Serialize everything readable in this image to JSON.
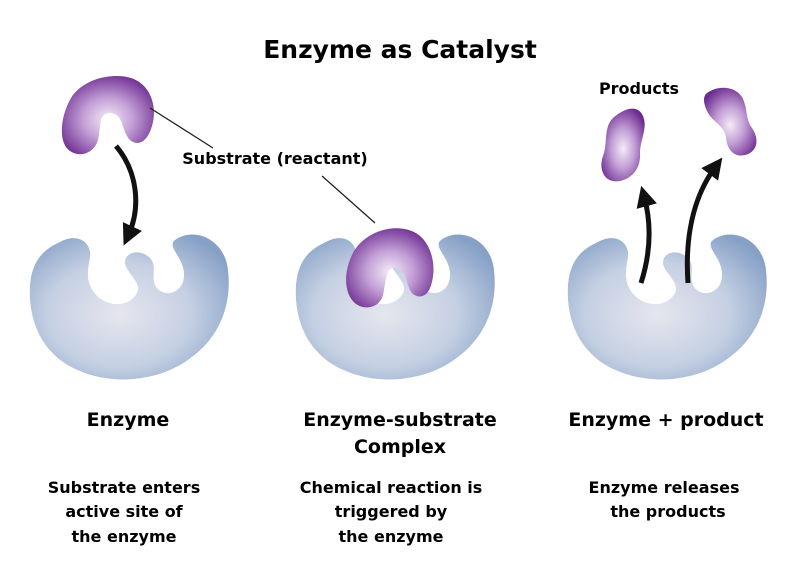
{
  "title": "Enzyme as Catalyst",
  "callouts": {
    "substrate": "Substrate (reactant)",
    "products": "Products"
  },
  "panels": [
    {
      "heading": [
        "Enzyme"
      ],
      "caption": [
        "Substrate enters",
        "active site of",
        "the enzyme"
      ]
    },
    {
      "heading": [
        "Enzyme-substrate",
        "Complex"
      ],
      "caption": [
        "Chemical reaction is",
        "triggered by",
        "the enzyme"
      ]
    },
    {
      "heading": [
        "Enzyme + product"
      ],
      "caption": [
        "Enzyme releases",
        "the products"
      ]
    }
  ],
  "colors": {
    "enzyme_light": "#e2e3ea",
    "enzyme_dark": "#8aa3c8",
    "substrate_light": "#f1e6f5",
    "substrate_dark": "#6a2a8c",
    "arrow": "#111111"
  }
}
